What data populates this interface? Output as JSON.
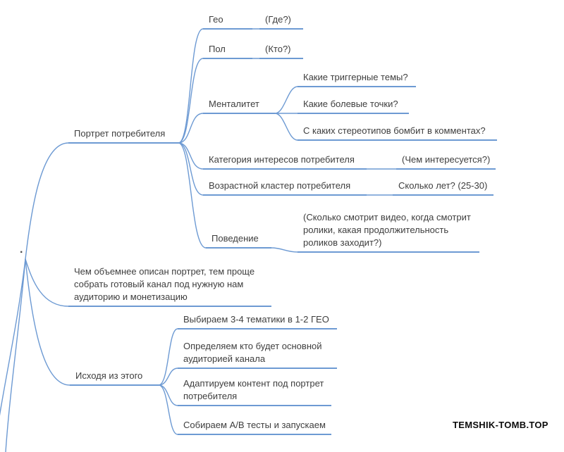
{
  "mindmap": {
    "root_label": ".",
    "portrait": {
      "label": "Портрет потребителя",
      "geo": {
        "label": "Гео",
        "note": "(Где?)"
      },
      "gender": {
        "label": "Пол",
        "note": "(Кто?)"
      },
      "mentality": {
        "label": "Менталитет",
        "questions": [
          "Какие триггерные темы?",
          "Какие болевые точки?",
          "С каких стереотипов бомбит в комментах?"
        ]
      },
      "interests": {
        "label": "Категория интересов потребителя",
        "note": "(Чем интересуется?)"
      },
      "age": {
        "label": "Возрастной кластер потребителя",
        "note": "Сколько лет? (25-30)"
      },
      "behavior": {
        "label": "Поведение",
        "note": "(Сколько смотрит видео, когда смотрит ролики, какая продолжительность роликов заходит?)"
      }
    },
    "tip": "Чем объемнее описан портрет, тем проще собрать готовый канал под нужную нам аудиторию и монетизацию",
    "conclusion": {
      "label": "Исходя из этого",
      "steps": [
        "Выбираем 3-4 тематики в 1-2 ГЕО",
        "Определяем кто будет основной аудиторией канала",
        "Адаптируем контент под портрет потребителя",
        "Собираем A/B тесты и запускаем"
      ]
    }
  },
  "watermark": "TEMSHIK-TOMB.TOP",
  "colors": {
    "connector": "#6d9ad3",
    "text": "#3e3e3e",
    "watermark": "#0b0b0b"
  }
}
